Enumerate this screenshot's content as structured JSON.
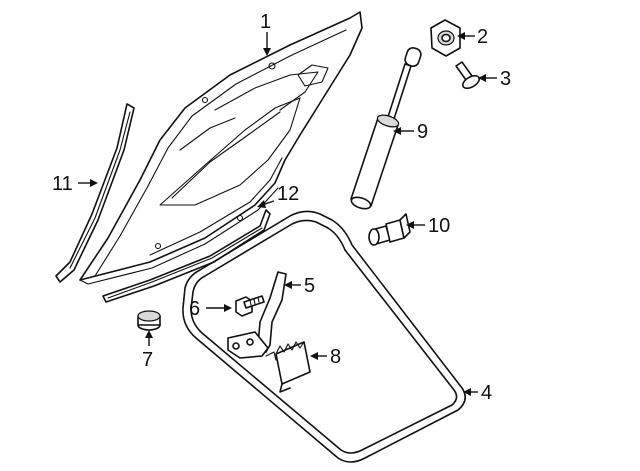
{
  "diagram": {
    "callouts": [
      {
        "id": "1",
        "label": "1"
      },
      {
        "id": "2",
        "label": "2"
      },
      {
        "id": "3",
        "label": "3"
      },
      {
        "id": "4",
        "label": "4"
      },
      {
        "id": "5",
        "label": "5"
      },
      {
        "id": "6",
        "label": "6"
      },
      {
        "id": "7",
        "label": "7"
      },
      {
        "id": "8",
        "label": "8"
      },
      {
        "id": "9",
        "label": "9"
      },
      {
        "id": "10",
        "label": "10"
      },
      {
        "id": "11",
        "label": "11"
      },
      {
        "id": "12",
        "label": "12"
      }
    ],
    "parts": [
      {
        "callout": "1",
        "name": "hood-panel-icon"
      },
      {
        "callout": "2",
        "name": "bumper-stop-icon"
      },
      {
        "callout": "3",
        "name": "push-pin-icon"
      },
      {
        "callout": "4",
        "name": "weatherstrip-seal-icon"
      },
      {
        "callout": "5",
        "name": "hinge-icon"
      },
      {
        "callout": "6",
        "name": "bolt-icon"
      },
      {
        "callout": "7",
        "name": "plug-icon"
      },
      {
        "callout": "8",
        "name": "insulator-clip-icon"
      },
      {
        "callout": "9",
        "name": "lift-support-strut-icon"
      },
      {
        "callout": "10",
        "name": "adjuster-bumper-icon"
      },
      {
        "callout": "11",
        "name": "side-seal-strip-icon"
      },
      {
        "callout": "12",
        "name": "front-seal-strip-icon"
      }
    ]
  }
}
